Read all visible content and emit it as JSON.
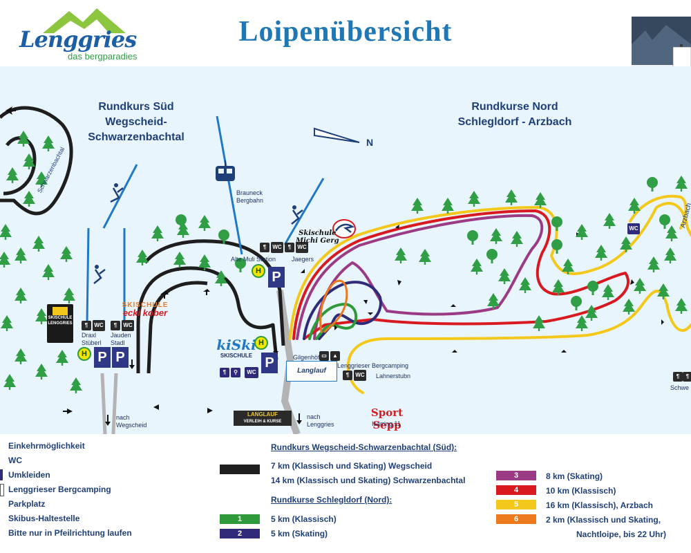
{
  "header": {
    "logo_word": "Lenggries",
    "logo_sub": "das bergparadies",
    "title": "Loipenübersicht"
  },
  "map": {
    "regions": {
      "sued": [
        "Rundkurs Süd",
        "Wegscheid-",
        "Schwarzenbachtal"
      ],
      "nord": [
        "Rundkurse Nord",
        "Schlegldorf - Arzbach"
      ]
    },
    "north_label": "N",
    "places": {
      "schwarzenbachtal": "Schwarzenbachtal",
      "brauneck": [
        "Brauneck",
        "Bergbahn"
      ],
      "alte_muli": "Alte Muli Station",
      "jaegers": "Jaegers",
      "draxl": [
        "Draxl",
        "Stüberl"
      ],
      "jauden": [
        "Jauden",
        "Stadl"
      ],
      "gilgenhoefe": "Gilgenhöfe",
      "bergcamping": "Lenggrieser Bergcamping",
      "lahnerstubn": "Lahnerstubn",
      "nach_wegscheid": [
        "nach",
        "Wegscheid"
      ],
      "nach_lenggries": [
        "nach",
        "Lenggries"
      ],
      "arzbach": "Arzbach",
      "schwe": "Schwe",
      "isarring": "Isarring 11"
    },
    "ads": {
      "skischule_michi": [
        "Skischule",
        "Michi Gerg"
      ],
      "skischule_ecki": [
        "SKISCHULE",
        "ecki kober"
      ],
      "kiski": [
        "kiSki",
        "SKISCHULE"
      ],
      "sport_sepp": "Sport Sepp",
      "skischule_lenggries": [
        "SKISCHULE",
        "LENGGRIES"
      ],
      "langlauf": [
        "LANGLAUF",
        "VERLEIH & KURSE"
      ],
      "langlauf_small": "Langlauf"
    },
    "signs": {
      "wc": "WC",
      "parking": "P",
      "bus": "H"
    },
    "colors": {
      "background": "#e9f5fc",
      "tree": "#2f9e45",
      "trail_black": "#1e1e1e",
      "trail_green": "#2e9a3a",
      "trail_navy": "#2f2b7a",
      "trail_purple": "#9b3b86",
      "trail_red": "#d81920",
      "trail_yellow": "#f4c81b",
      "trail_orange": "#ec7a1c"
    }
  },
  "legend": {
    "symbols": [
      "Einkehrmöglichkeit",
      "WC",
      "Umkleiden",
      "Lenggrieser Bergcamping",
      "Parkplatz",
      "Skibus-Haltestelle",
      "Bitte nur in Pfeilrichtung laufen"
    ],
    "sued_heading": "Rundkurs Wegscheid-Schwarzenbachtal (Süd):",
    "sued_routes": [
      "7 km   (Klassisch und Skating) Wegscheid",
      "14 km (Klassisch und Skating) Schwarzenbachtal"
    ],
    "nord_heading": "Rundkurse Schlegldorf (Nord):",
    "routes": [
      {
        "num": "1",
        "text": "5 km    (Klassisch)",
        "color": "#2e9a3a"
      },
      {
        "num": "2",
        "text": "5 km    (Skating)",
        "color": "#2f2b7a"
      },
      {
        "num": "3",
        "text": "8 km    (Skating)",
        "color": "#9b3b86"
      },
      {
        "num": "4",
        "text": "10 km  (Klassisch)",
        "color": "#d81920"
      },
      {
        "num": "5",
        "text": "16 km  (Klassisch), Arzbach",
        "color": "#f4c81b"
      },
      {
        "num": "6",
        "text": "2 km    (Klassisch und Skating,",
        "color": "#ec7a1c"
      }
    ],
    "route6_cont": "Nachtloipe, bis 22 Uhr)"
  }
}
